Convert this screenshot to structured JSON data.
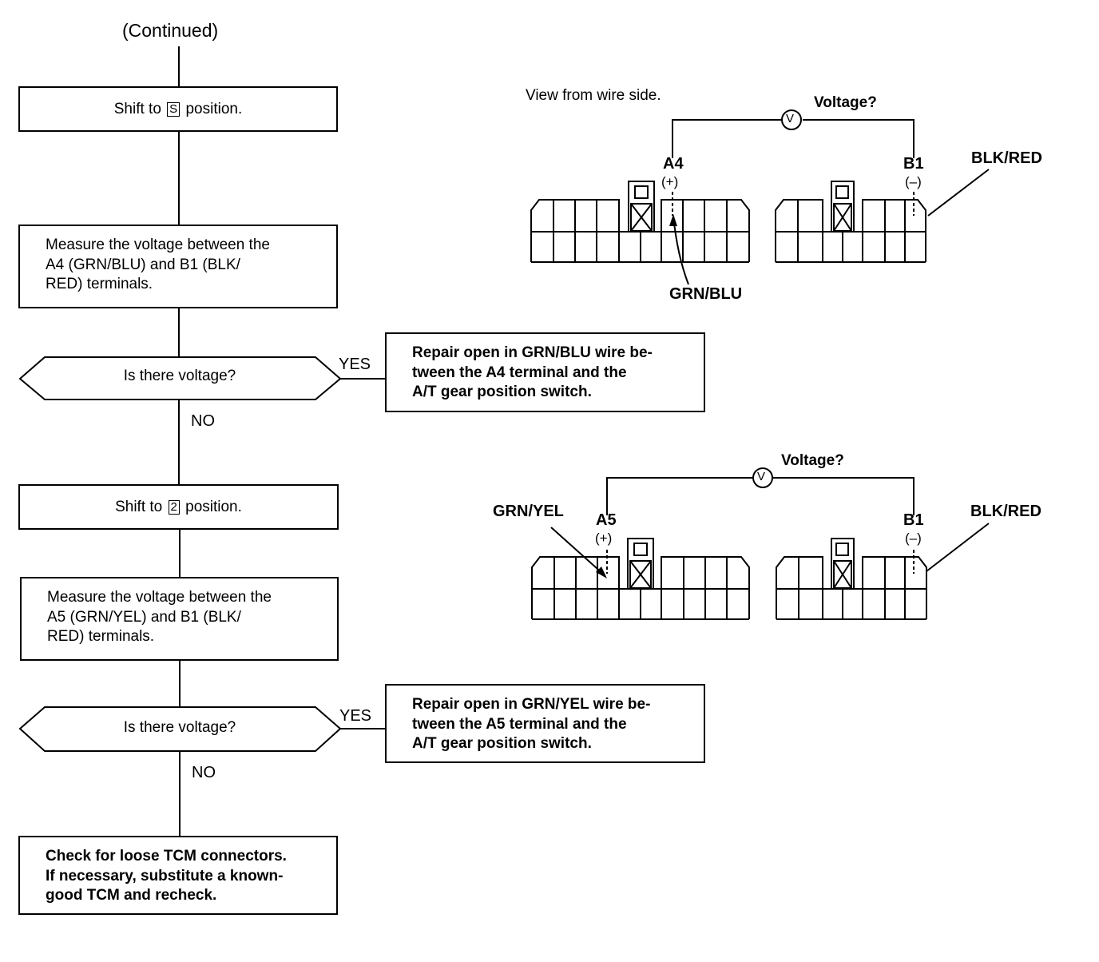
{
  "flow": {
    "continued": "(Continued)",
    "step1": {
      "pre": "Shift to ",
      "key": "S",
      "post": " position."
    },
    "step2": [
      "Measure the voltage between the",
      "A4 (GRN/BLU) and B1 (BLK/",
      "RED) terminals."
    ],
    "decision1": "Is there voltage?",
    "yes1": "YES",
    "no1": "NO",
    "repair1": [
      "Repair open in GRN/BLU wire be-",
      "tween the A4 terminal and the",
      "A/T gear position switch."
    ],
    "step3": {
      "pre": "Shift to ",
      "key": "2",
      "post": " position."
    },
    "step4": [
      "Measure the voltage between the",
      "A5 (GRN/YEL) and B1 (BLK/",
      "RED) terminals."
    ],
    "decision2": "Is there voltage?",
    "yes2": "YES",
    "no2": "NO",
    "repair2": [
      "Repair open in GRN/YEL wire be-",
      "tween the A5 terminal and the",
      "A/T gear position switch."
    ],
    "final": [
      "Check for loose TCM connectors.",
      "If necessary, substitute a known-",
      "good TCM and recheck."
    ]
  },
  "diagram1": {
    "view_note": "View from wire side.",
    "voltage_label": "Voltage?",
    "meter_symbol": "V",
    "pin_a": "A4",
    "pin_a_sign": "(+)",
    "pin_b": "B1",
    "pin_b_sign": "(–)",
    "wire_a": "GRN/BLU",
    "wire_b": "BLK/RED"
  },
  "diagram2": {
    "voltage_label": "Voltage?",
    "meter_symbol": "V",
    "pin_a": "A5",
    "pin_a_sign": "(+)",
    "pin_b": "B1",
    "pin_b_sign": "(–)",
    "wire_a": "GRN/YEL",
    "wire_b": "BLK/RED"
  }
}
